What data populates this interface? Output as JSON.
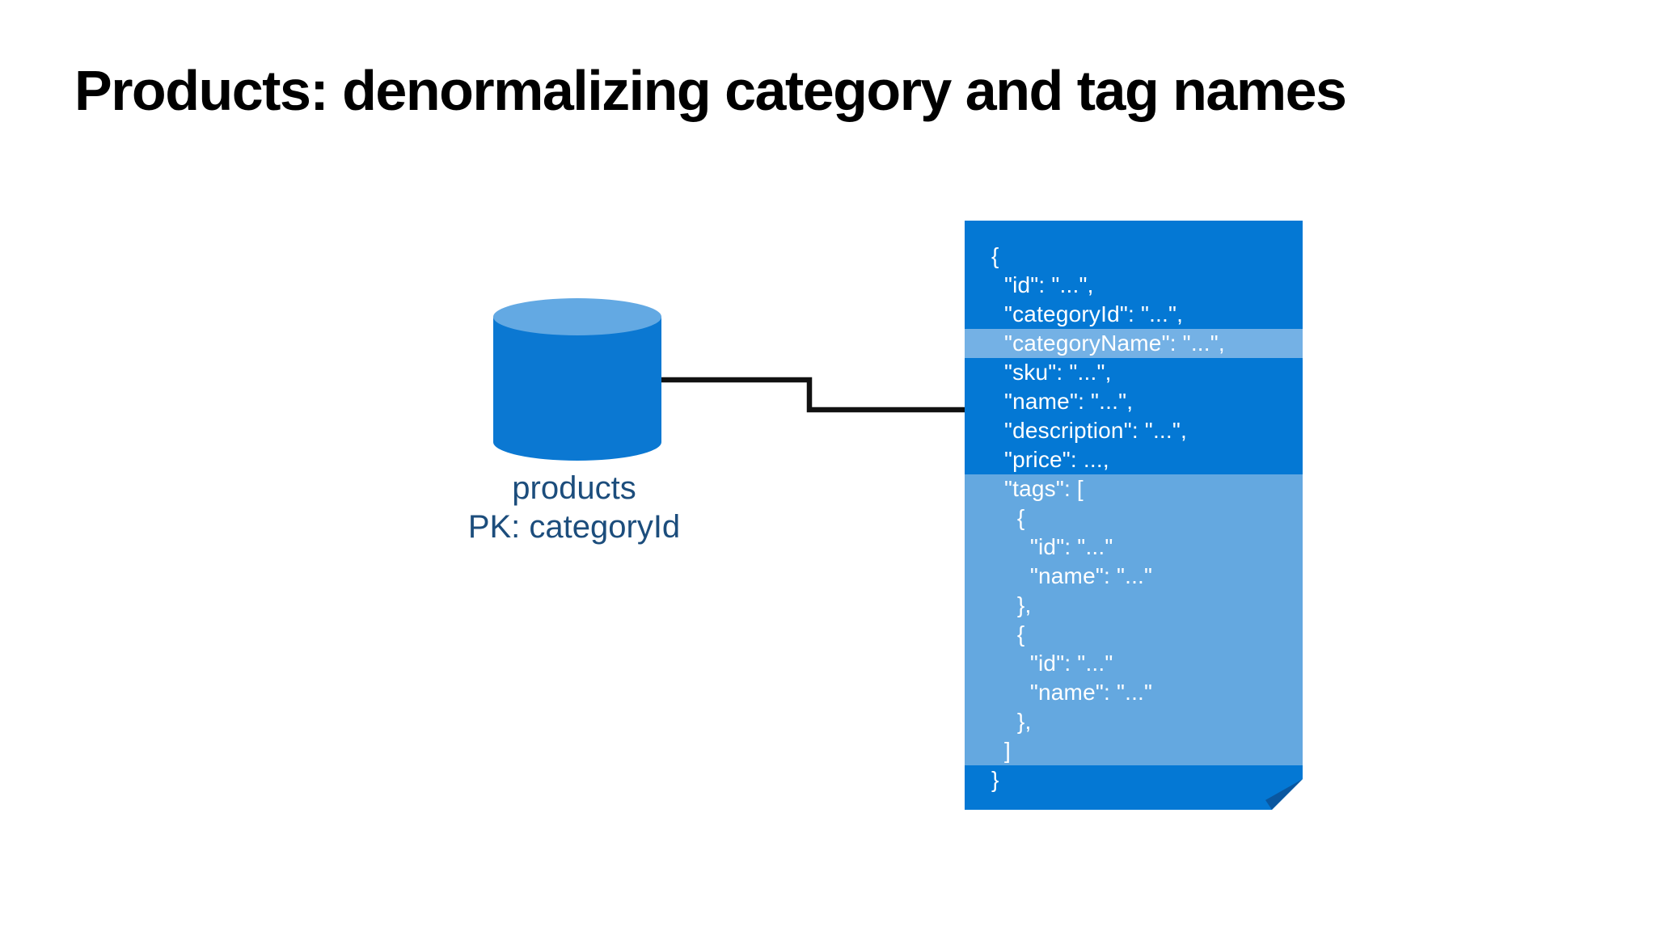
{
  "title": "Products: denormalizing category and tag names",
  "database": {
    "icon": "database-cylinder",
    "label": "products",
    "partition_key": "PK: categoryId"
  },
  "json_document": {
    "highlighted_field": "categoryName",
    "embedded_array_band_fields": "tags array",
    "lines": [
      "{",
      "  \"id\": \"...\",",
      "  \"categoryId\": \"...\",",
      "  \"categoryName\": \"...\",",
      "  \"sku\": \"...\",",
      "  \"name\": \"...\",",
      "  \"description\": \"...\",",
      "  \"price\": ...,",
      "  \"tags\": [",
      "    {",
      "      \"id\": \"...\"",
      "      \"name\": \"...\"",
      "    },",
      "    {",
      "      \"id\": \"...\"",
      "      \"name\": \"...\"",
      "    },",
      "  ]",
      "}"
    ]
  },
  "colors": {
    "document_blue": "#0478d4",
    "tags_band_blue": "#64a8e0",
    "highlight_blue": "#74b1e5",
    "fold_blue": "#0a57a0",
    "cylinder_body_blue": "#0b78d2",
    "cylinder_top_blue": "#63a9e3",
    "label_navy": "#1c4d7c",
    "connector_black": "#111111",
    "title_black": "#000000"
  }
}
